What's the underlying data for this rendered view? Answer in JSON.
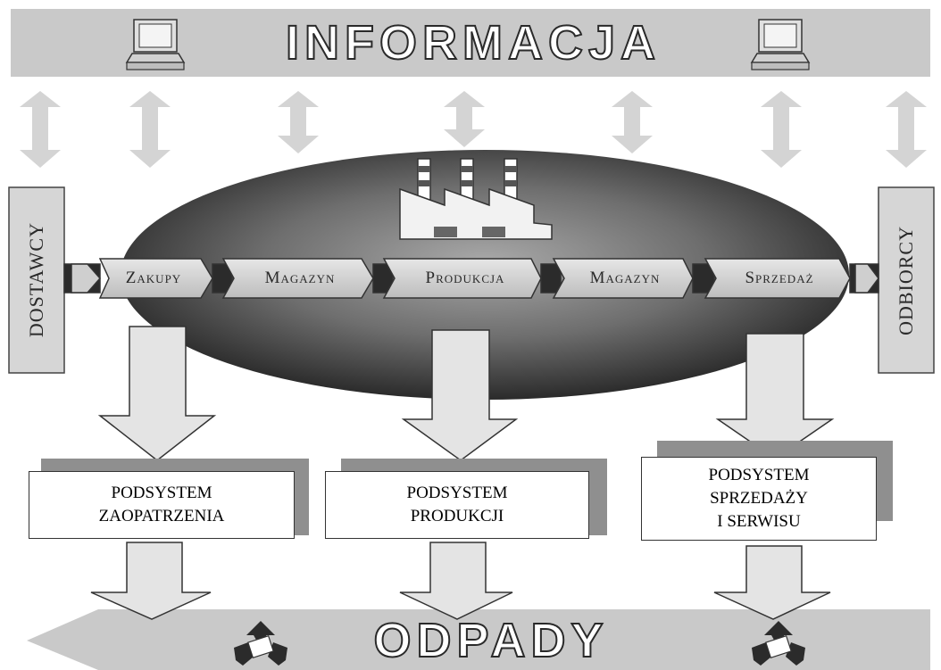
{
  "top_banner": {
    "title": "INFORMACJA"
  },
  "bottom_banner": {
    "title": "ODPADY"
  },
  "side": {
    "left": "DOSTAWCY",
    "right": "ODBIORCY"
  },
  "stages": [
    "Zakupy",
    "Magazyn",
    "Produkcja",
    "Magazyn",
    "Sprzedaż"
  ],
  "subsystems": [
    {
      "line1": "PODSYSTEM",
      "line2": "ZAOPATRZENIA",
      "line3": ""
    },
    {
      "line1": "PODSYSTEM",
      "line2": "PRODUKCJI",
      "line3": ""
    },
    {
      "line1": "PODSYSTEM",
      "line2": "SPRZEDAŻY",
      "line3": "I SERWISU"
    }
  ],
  "icons": [
    "computer-icon",
    "factory-icon",
    "recycle-icon",
    "double-arrow-icon",
    "down-arrow-icon"
  ],
  "colors": {
    "banner": "#c9c9c9",
    "ellipse_center": "#9a9a9a",
    "ellipse_edge": "#2b2b2b",
    "arrow_fill": "#d9d9d9",
    "shadow": "#8f8f8f"
  }
}
